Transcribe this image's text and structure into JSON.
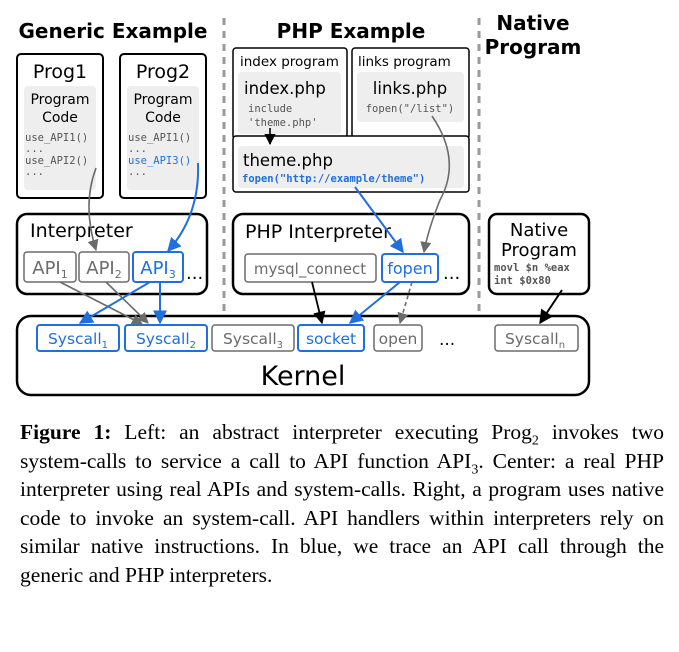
{
  "sections": {
    "generic": "Generic Example",
    "php": "PHP Example",
    "native_line1": "Native",
    "native_line2": "Program"
  },
  "generic": {
    "prog1": {
      "title": "Prog1",
      "code_line1": "Program",
      "code_line2": "Code",
      "calls": [
        "use_API1()",
        "...",
        "use_API2()",
        "..."
      ]
    },
    "prog2": {
      "title": "Prog2",
      "code_line1": "Program",
      "code_line2": "Code",
      "calls": [
        "use_API1()",
        "...",
        "use_API3()",
        "..."
      ]
    },
    "interpreter": {
      "title": "Interpreter",
      "apis": [
        {
          "base": "API",
          "sub": "1"
        },
        {
          "base": "API",
          "sub": "2"
        },
        {
          "base": "API",
          "sub": "3"
        }
      ],
      "more": "..."
    }
  },
  "php": {
    "index_tab": "index program",
    "links_tab": "links program",
    "index_file": "index.php",
    "index_code_line1": "include",
    "index_code_line2": "'theme.php'",
    "links_file": "links.php",
    "links_code": "fopen(\"/list\")",
    "theme_file": "theme.php",
    "theme_code": "fopen(\"http://example/theme\")",
    "interpreter": {
      "title": "PHP Interpreter",
      "apis": [
        "mysql_connect",
        "fopen"
      ],
      "more": "..."
    }
  },
  "native": {
    "title_line1": "Native",
    "title_line2": "Program",
    "code_line1": "movl $n %eax",
    "code_line2": "int $0x80"
  },
  "kernel": {
    "title": "Kernel",
    "syscalls": [
      {
        "base": "Syscall",
        "sub": "1"
      },
      {
        "base": "Syscall",
        "sub": "2"
      },
      {
        "base": "Syscall",
        "sub": "3"
      },
      {
        "base": "socket",
        "sub": ""
      },
      {
        "base": "open",
        "sub": ""
      },
      {
        "base": "...",
        "sub": ""
      },
      {
        "base": "Syscall",
        "sub": "n"
      }
    ]
  },
  "caption": {
    "label": "Figure 1:",
    "t1": " Left: an abstract interpreter executing Prog",
    "s1": "2",
    "t2": " invokes two system-calls to service a call to API function API",
    "s2": "3",
    "t3": ". Center: a real PHP interpreter using real APIs and system-calls. Right, a program uses native code to invoke an system-call. API handlers within interpreters rely on similar native instructions. In blue, we trace an API call through the generic and PHP interpreters."
  },
  "colors": {
    "blue": "#1f6fe0",
    "gray": "#6b6b6b",
    "black": "#000000",
    "light_fill": "#eeeeee"
  }
}
